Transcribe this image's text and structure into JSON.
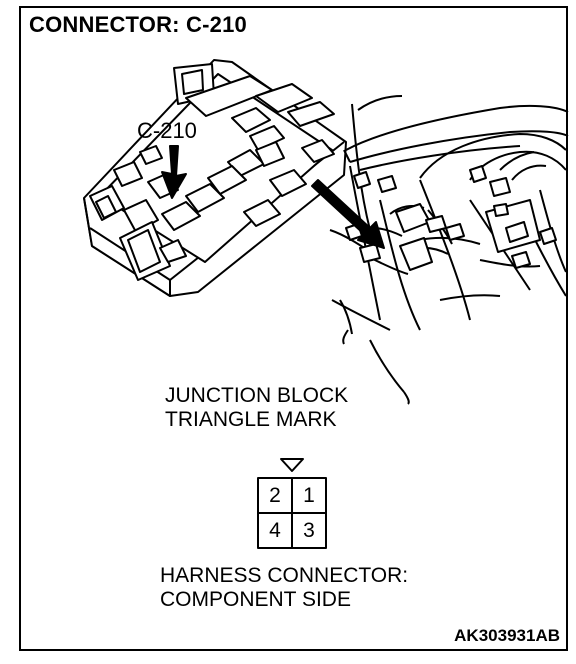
{
  "header": {
    "title": "CONNECTOR: C-210"
  },
  "callout": {
    "label": "C-210"
  },
  "junction": {
    "line1": "JUNCTION BLOCK",
    "line2": "TRIANGLE MARK"
  },
  "connector": {
    "pins": [
      "2",
      "1",
      "4",
      "3"
    ],
    "caption_line1": "HARNESS CONNECTOR:",
    "caption_line2": "COMPONENT SIDE"
  },
  "footer": {
    "code": "AK303931AB"
  }
}
